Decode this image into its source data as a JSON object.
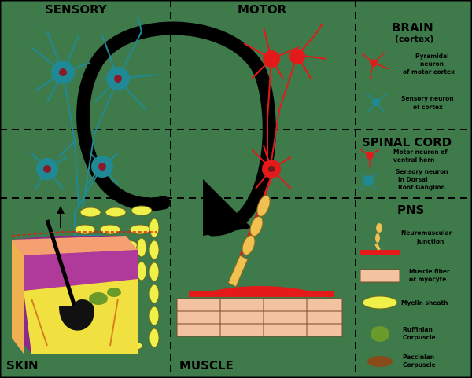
{
  "regions": {
    "sensory": "SENSORY",
    "motor": "MOTOR",
    "skin": "SKIN",
    "muscle": "MUSCLE"
  },
  "legend": {
    "brain_title": "BRAIN",
    "brain_sub": "(cortex)",
    "pyramidal": [
      "Pyramidal",
      "neuron",
      "of motor cortex"
    ],
    "sensory_cortex": [
      "Sensory neuron",
      "of cortex"
    ],
    "spinal_title": "SPINAL CORD",
    "motor_ventral": [
      "Motor neuron of",
      "ventral horn"
    ],
    "sensory_drg": [
      "Sensory neuron",
      "in Dorsal",
      "Root Ganglion"
    ],
    "pns_title": "PNS",
    "nmj": [
      "Neuromuscular",
      "junction"
    ],
    "muscle_fiber": [
      "Muscle fiber",
      "or myocyte"
    ],
    "myelin": "Myelin sheath",
    "ruffinian": [
      "Ruffinian",
      "Corpuscle"
    ],
    "paccinian": [
      "Paccinian",
      "Corpuscle"
    ]
  },
  "colors": {
    "background": "#3f7a4a",
    "sensory_neuron": "#1f8a96",
    "motor_neuron": "#e41a1a",
    "myelin": "#f0f04a",
    "arrow": "#000000",
    "muscle": "#f3c2a0"
  }
}
